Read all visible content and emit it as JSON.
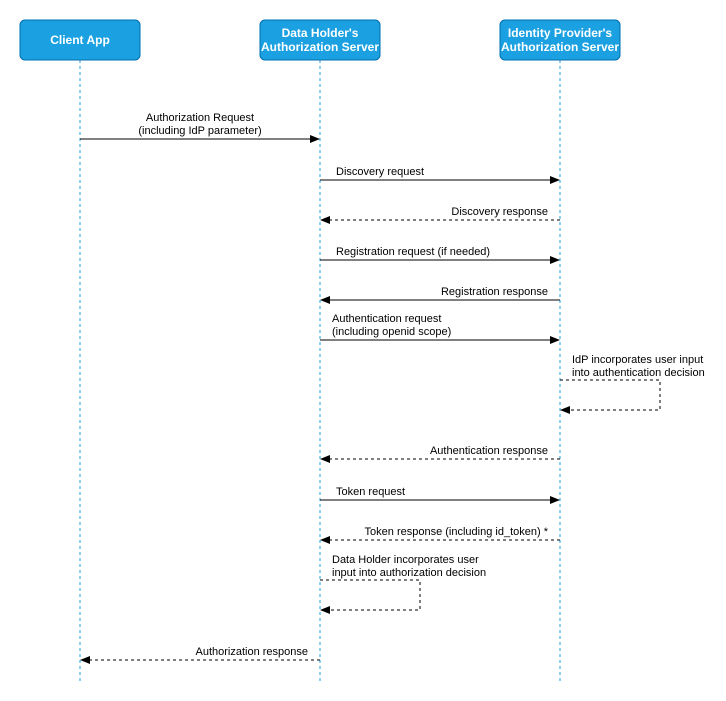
{
  "colors": {
    "actor_fill": "#1BA1E2",
    "actor_stroke": "#006EAF",
    "actor_text": "#ffffff",
    "lifeline": "#1BA1E2",
    "message": "#000000"
  },
  "actors": [
    {
      "id": "client",
      "label_lines": [
        "Client App"
      ]
    },
    {
      "id": "dh",
      "label_lines": [
        "Data Holder's",
        "Authorization Server"
      ]
    },
    {
      "id": "idp",
      "label_lines": [
        "Identity Provider's",
        "Authorization Server"
      ]
    }
  ],
  "messages": [
    {
      "id": "authz-request",
      "from": "client",
      "to": "dh",
      "style": "solid",
      "label_lines": [
        "Authorization Request",
        "(including IdP parameter)"
      ]
    },
    {
      "id": "discovery-request",
      "from": "dh",
      "to": "idp",
      "style": "solid",
      "label_lines": [
        "Discovery request"
      ]
    },
    {
      "id": "discovery-response",
      "from": "idp",
      "to": "dh",
      "style": "dashed",
      "label_lines": [
        "Discovery response"
      ]
    },
    {
      "id": "registration-request",
      "from": "dh",
      "to": "idp",
      "style": "solid",
      "label_lines": [
        "Registration request (if needed)"
      ]
    },
    {
      "id": "registration-response",
      "from": "idp",
      "to": "dh",
      "style": "solid",
      "label_lines": [
        "Registration response"
      ]
    },
    {
      "id": "authn-request",
      "from": "dh",
      "to": "idp",
      "style": "solid",
      "label_lines": [
        "Authentication request",
        "(including openid scope)"
      ]
    },
    {
      "id": "idp-self",
      "from": "idp",
      "to": "idp",
      "style": "dashed",
      "label_lines": [
        "IdP incorporates user input",
        "into authentication decision"
      ]
    },
    {
      "id": "authn-response",
      "from": "idp",
      "to": "dh",
      "style": "dashed",
      "label_lines": [
        "Authentication response"
      ]
    },
    {
      "id": "token-request",
      "from": "dh",
      "to": "idp",
      "style": "solid",
      "label_lines": [
        "Token request"
      ]
    },
    {
      "id": "token-response",
      "from": "idp",
      "to": "dh",
      "style": "dashed",
      "label_lines": [
        "Token response (including id_token) *"
      ]
    },
    {
      "id": "dh-self",
      "from": "dh",
      "to": "dh",
      "style": "dashed",
      "label_lines": [
        "Data Holder incorporates user",
        "input into authorization decision"
      ]
    },
    {
      "id": "authz-response",
      "from": "dh",
      "to": "client",
      "style": "dashed",
      "label_lines": [
        "Authorization response"
      ]
    }
  ]
}
